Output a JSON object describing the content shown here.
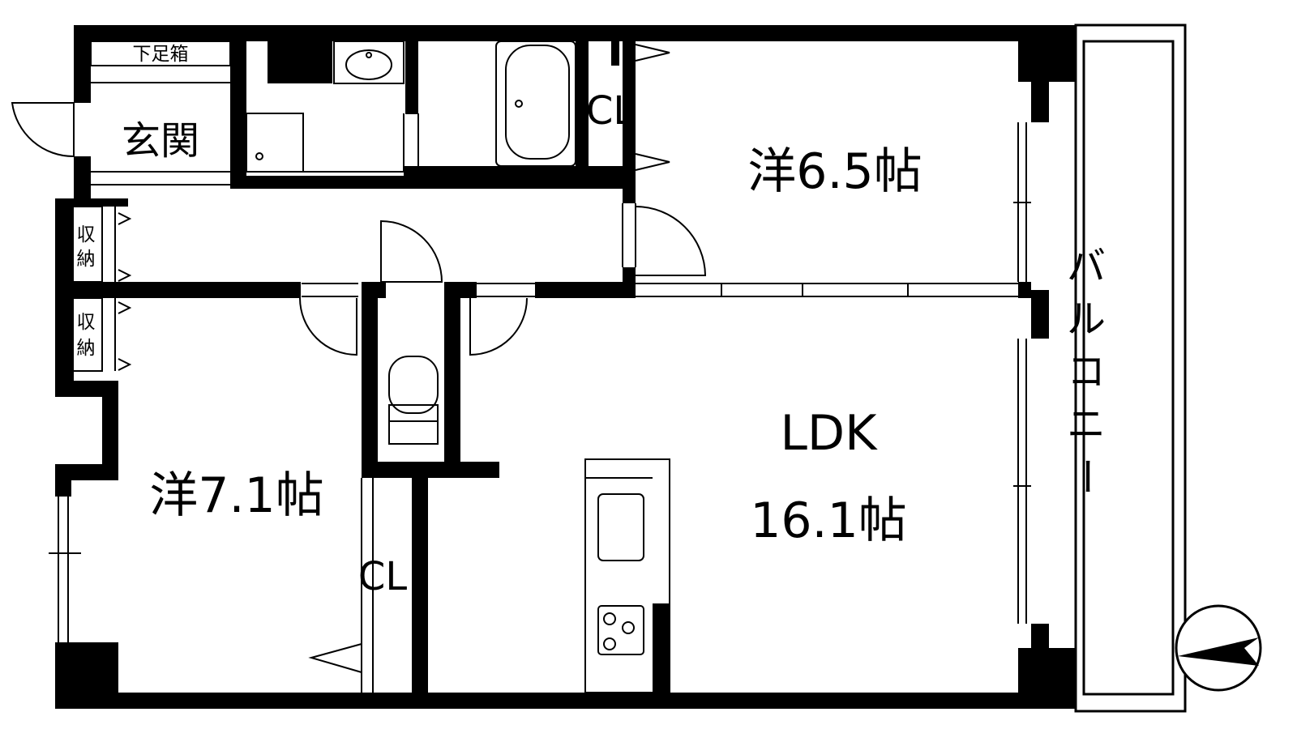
{
  "plan": {
    "rooms": {
      "genkan": "玄関",
      "shoes_box": "下足箱",
      "storage_upper_1": "収",
      "storage_upper_2": "納",
      "storage_lower_1": "収",
      "storage_lower_2": "納",
      "western_a": "洋6.5帖",
      "western_b": "洋7.1帖",
      "ldk_1": "LDK",
      "ldk_2": "16.1帖",
      "closet_a": "CL",
      "closet_b": "CL"
    },
    "balcony": [
      "バ",
      "ル",
      "コ",
      "ニ",
      "ー"
    ],
    "compass_icon": "north-arrow-icon"
  }
}
